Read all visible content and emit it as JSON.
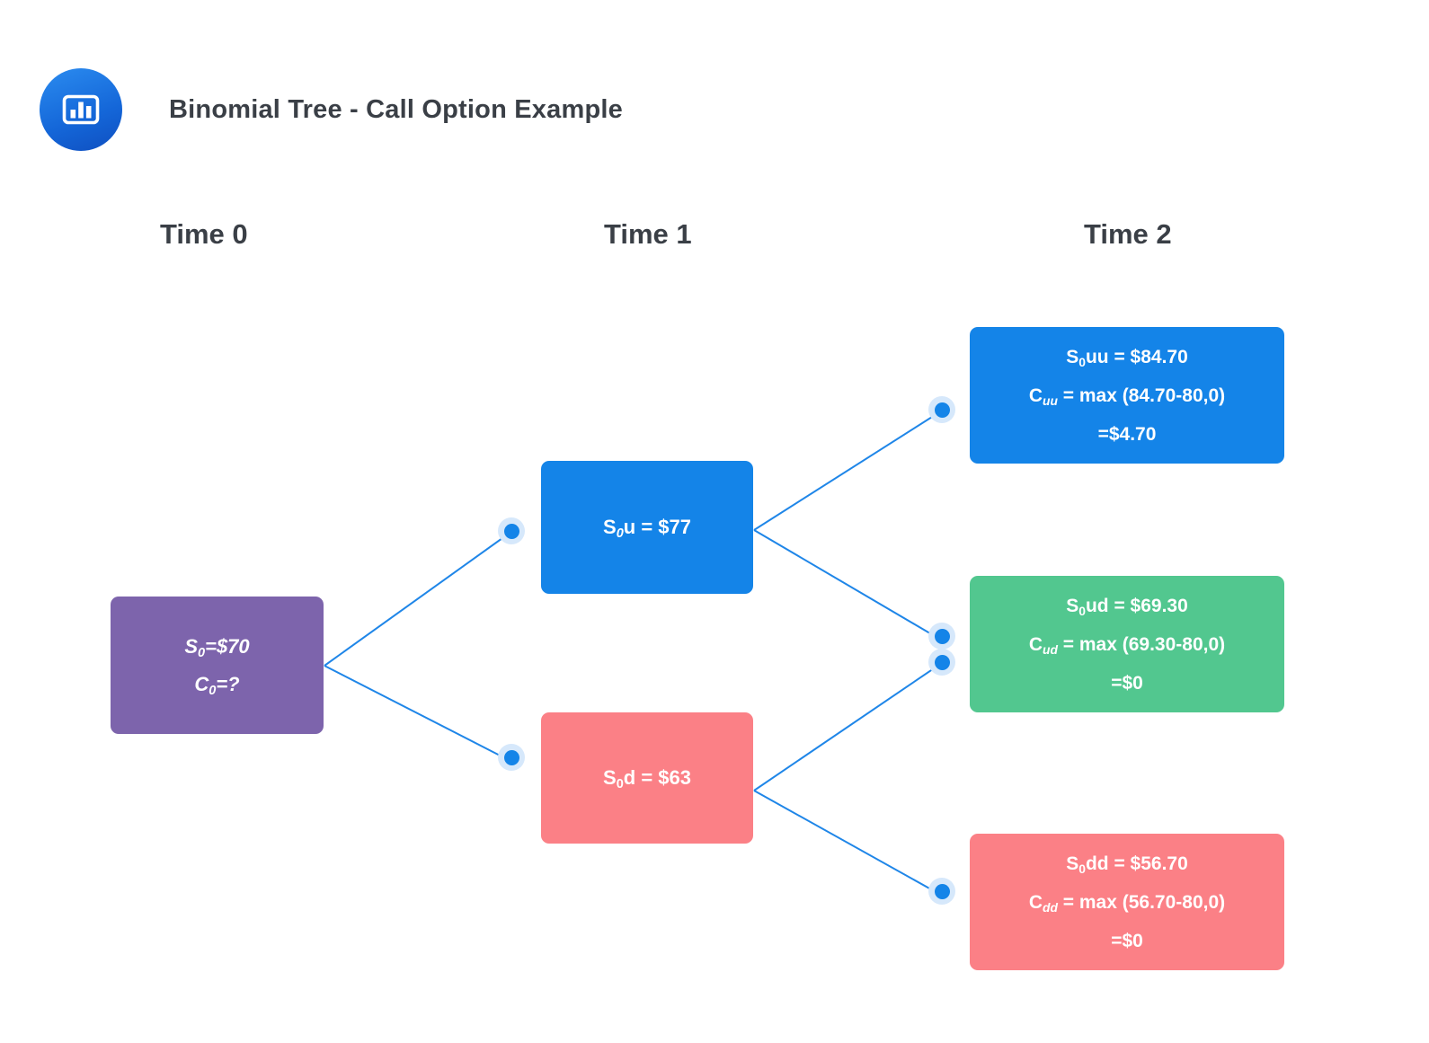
{
  "header": {
    "title": "Binomial Tree - Call Option Example",
    "logo_icon": "bar-chart-icon"
  },
  "colors": {
    "background": "#ffffff",
    "title_text": "#3a3f46",
    "brand_blue": "#1484e8",
    "node_purple": "#7d64ac",
    "node_blue": "#1484e8",
    "node_green": "#52c78f",
    "node_red": "#fb8086",
    "edge_line": "#1f86e8",
    "dot_core": "#1484e8",
    "dot_halo": "#d6e8fb"
  },
  "columns": [
    {
      "label": "Time 0"
    },
    {
      "label": "Time 1"
    },
    {
      "label": "Time 2"
    }
  ],
  "chart_data": {
    "type": "diagram",
    "title": "Binomial Tree - Call Option Example",
    "strike": 80,
    "nodes": [
      {
        "id": "root",
        "time": 0,
        "color": "#7d64ac",
        "lines": [
          "S0=$70",
          "C0=?"
        ],
        "stock_price": 70,
        "option_value": null
      },
      {
        "id": "up",
        "time": 1,
        "color": "#1484e8",
        "lines": [
          "S0u = $77"
        ],
        "stock_price": 77
      },
      {
        "id": "down",
        "time": 1,
        "color": "#fb8086",
        "lines": [
          "S0d = $63"
        ],
        "stock_price": 63
      },
      {
        "id": "uu",
        "time": 2,
        "color": "#1484e8",
        "lines": [
          "S0uu = $84.70",
          "Cuu = max (84.70-80,0)",
          "=$4.70"
        ],
        "stock_price": 84.7,
        "option_value": 4.7
      },
      {
        "id": "ud",
        "time": 2,
        "color": "#52c78f",
        "lines": [
          "S0ud = $69.30",
          "Cud = max (69.30-80,0)",
          "=$0"
        ],
        "stock_price": 69.3,
        "option_value": 0
      },
      {
        "id": "dd",
        "time": 2,
        "color": "#fb8086",
        "lines": [
          "S0dd = $56.70",
          "Cdd = max (56.70-80,0)",
          "=$0"
        ],
        "stock_price": 56.7,
        "option_value": 0
      }
    ],
    "edges": [
      {
        "from": "root",
        "to": "up"
      },
      {
        "from": "root",
        "to": "down"
      },
      {
        "from": "up",
        "to": "uu"
      },
      {
        "from": "up",
        "to": "ud"
      },
      {
        "from": "down",
        "to": "ud"
      },
      {
        "from": "down",
        "to": "dd"
      }
    ]
  },
  "nodes": {
    "root": {
      "line1_prefix": "S",
      "line1_sub": "0",
      "line1_suffix": "=$70",
      "line2_prefix": "C",
      "line2_sub": "0",
      "line2_suffix": "=?"
    },
    "up": {
      "prefix": "S",
      "sub": "0",
      "suffix": "u = $77"
    },
    "down": {
      "prefix": "S",
      "sub": "0",
      "suffix": "d = $63"
    },
    "uu": {
      "l1_prefix": "S",
      "l1_sub": "0",
      "l1_suffix": "uu = $84.70",
      "l2_prefix": "C",
      "l2_sub": "uu",
      "l2_suffix": " = max (84.70-80,0)",
      "l3": "=$4.70"
    },
    "ud": {
      "l1_prefix": "S",
      "l1_sub": "0",
      "l1_suffix": "ud = $69.30",
      "l2_prefix": "C",
      "l2_sub": "ud",
      "l2_suffix": " = max (69.30-80,0)",
      "l3": "=$0"
    },
    "dd": {
      "l1_prefix": "S",
      "l1_sub": "0",
      "l1_suffix": "dd = $56.70",
      "l2_prefix": "C",
      "l2_sub": "dd",
      "l2_suffix": " = max (56.70-80,0)",
      "l3": "=$0"
    }
  }
}
